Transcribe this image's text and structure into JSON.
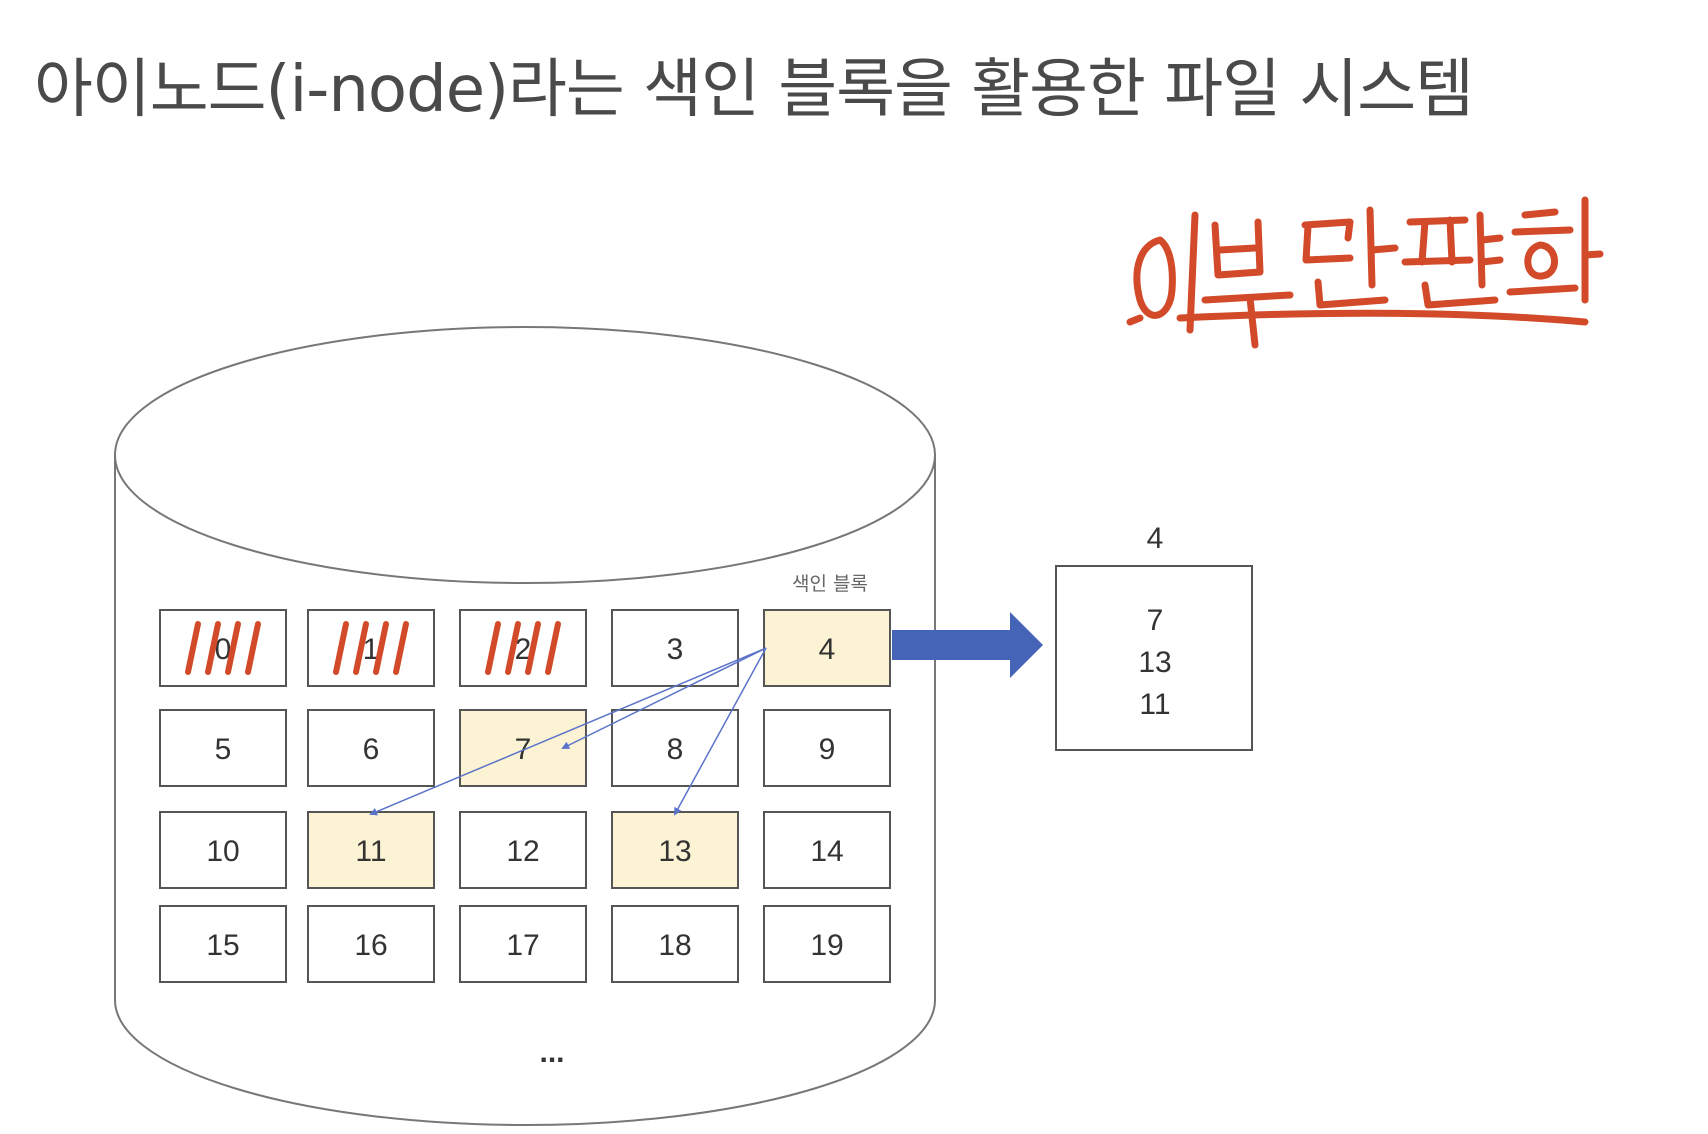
{
  "slide": {
    "title": "아이노드(i-node)라는 색인 블록을 활용한 파일 시스템"
  },
  "annotation": {
    "handwritten_text": "외부단편화",
    "color": "#d24a2a"
  },
  "disk": {
    "index_block_label": "색인 블록",
    "ellipsis": "...",
    "rows": [
      [
        {
          "label": "0",
          "highlighted": false,
          "scribbled": true
        },
        {
          "label": "1",
          "highlighted": false,
          "scribbled": true
        },
        {
          "label": "2",
          "highlighted": false,
          "scribbled": true
        },
        {
          "label": "3",
          "highlighted": false,
          "scribbled": false
        },
        {
          "label": "4",
          "highlighted": true,
          "scribbled": false
        }
      ],
      [
        {
          "label": "5",
          "highlighted": false,
          "scribbled": false
        },
        {
          "label": "6",
          "highlighted": false,
          "scribbled": false
        },
        {
          "label": "7",
          "highlighted": true,
          "scribbled": false
        },
        {
          "label": "8",
          "highlighted": false,
          "scribbled": false
        },
        {
          "label": "9",
          "highlighted": false,
          "scribbled": false
        }
      ],
      [
        {
          "label": "10",
          "highlighted": false,
          "scribbled": false
        },
        {
          "label": "11",
          "highlighted": true,
          "scribbled": false
        },
        {
          "label": "12",
          "highlighted": false,
          "scribbled": false
        },
        {
          "label": "13",
          "highlighted": true,
          "scribbled": false
        },
        {
          "label": "14",
          "highlighted": false,
          "scribbled": false
        }
      ],
      [
        {
          "label": "15",
          "highlighted": false,
          "scribbled": false
        },
        {
          "label": "16",
          "highlighted": false,
          "scribbled": false
        },
        {
          "label": "17",
          "highlighted": false,
          "scribbled": false
        },
        {
          "label": "18",
          "highlighted": false,
          "scribbled": false
        },
        {
          "label": "19",
          "highlighted": false,
          "scribbled": false
        }
      ]
    ],
    "pointer_arrows_from": "4",
    "pointer_arrows_to": [
      "7",
      "13",
      "11"
    ]
  },
  "index_block_detail": {
    "header": "4",
    "entries": [
      "7",
      "13",
      "11"
    ]
  },
  "colors": {
    "highlight_fill": "#fbf3d3",
    "big_arrow": "#4564b8",
    "thin_arrow": "#5b74c9",
    "cell_border": "#555555",
    "title": "#4a4a4a"
  }
}
